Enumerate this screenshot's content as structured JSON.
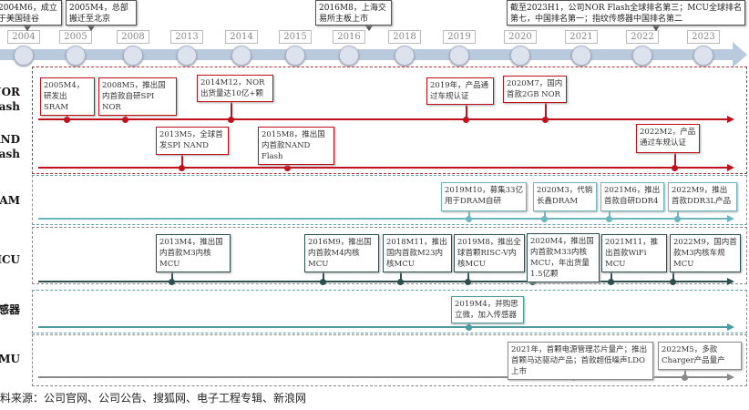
{
  "timeline": {
    "years": [
      "2004",
      "2005",
      "2008",
      "2013",
      "2014",
      "2015",
      "2016",
      "2018",
      "2019",
      "2020",
      "2021",
      "2022",
      "2023"
    ],
    "callouts": [
      "2004M6，成立于美国硅谷",
      "2005M4，总部搬迁至北京",
      "2016M8，上海交易所主板上市",
      "截至2023H1，公司NOR Flash全球排名第三；MCU全球排名第七，中国排名第一；指纹传感器中国排名第二"
    ]
  },
  "colors": {
    "nor": "#c0121c",
    "dram": "#6fb7bf",
    "mcu": "#2f4f4f",
    "sensor": "#4a9a9e",
    "pmu": "#8a8a8a",
    "axis": "#b8cadb"
  },
  "rows": [
    {
      "label": "NOR Flash",
      "events": [
        "2005M4，研发出SRAM",
        "2008M5，推出国内首款自研SPI NOR",
        "2014M12，NOR出货量达10亿+颗",
        "2019年，产品通过车规认证",
        "2020M7，国内首款2GB NOR"
      ]
    },
    {
      "label": "NAND Flash",
      "events": [
        "2013M5，全球首发SPI NAND",
        "2015M8，推出国内首款NAND Flash",
        "2022M2，产品通过车规认证"
      ]
    },
    {
      "label": "DRAM",
      "events": [
        "2019M10，募集33亿用于DRAM自研",
        "2020M3，代销长鑫DRAM",
        "2021M6，推出首款自研DDR4",
        "2022M9，推出首款DDR3L产品"
      ]
    },
    {
      "label": "MCU",
      "events": [
        "2013M4，推出国内首款M3内核MCU",
        "2016M9，推出国内首款M4内核MCU",
        "2018M11，推出国内首款M23内核MCU",
        "2019M8，推出全球首颗RISC-V内核MCU",
        "2020M4，推出国内首款M33内核MCU，年出货量1.5亿颗",
        "2021M11，推出首款WiFi MCU",
        "2022M9，国内首款M3内核车规MCU"
      ]
    },
    {
      "label": "传感器",
      "events": [
        "2019M4，并购思立微，加入传感器"
      ]
    },
    {
      "label": "PMU",
      "events": [
        "2021年，首颗电源管理芯片量产；推出首颗马达驱动产品；首款超低噪声LDO上市",
        "2022M5，多款Charger产品量产"
      ]
    }
  ],
  "source": "资料来源：公司官网、公司公告、搜狐网、电子工程专辑、新浪网"
}
